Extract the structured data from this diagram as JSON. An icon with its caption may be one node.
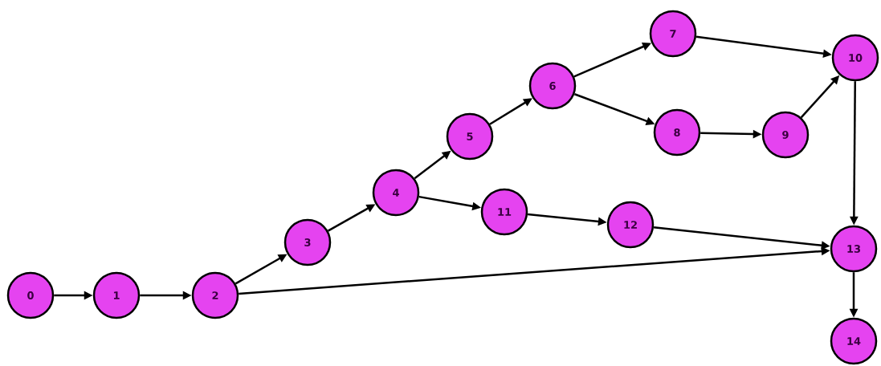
{
  "diagram": {
    "nodes": [
      {
        "text": [
          "0"
        ]
      },
      {
        "text": [
          "1"
        ]
      },
      {
        "text": [
          "2"
        ]
      },
      {
        "text": [
          "3"
        ]
      },
      {
        "text": [
          "4"
        ]
      },
      {
        "text": [
          "5"
        ]
      },
      {
        "text": [
          "6"
        ]
      },
      {
        "text": [
          "7"
        ]
      },
      {
        "text": [
          "8"
        ]
      },
      {
        "text": [
          "9"
        ]
      },
      {
        "text": [
          "10"
        ]
      },
      {
        "text": [
          "11"
        ]
      },
      {
        "text": [
          "12"
        ]
      },
      {
        "text": [
          "13"
        ]
      },
      {
        "text": [
          "14"
        ]
      }
    ],
    "edges": [
      {
        "from": 0,
        "to": 1,
        "arrow": "to"
      },
      {
        "from": 1,
        "to": 2,
        "arrow": "to"
      },
      {
        "from": 2,
        "to": 3,
        "arrow": "to"
      },
      {
        "from": 3,
        "to": 4,
        "arrow": "to"
      },
      {
        "from": 4,
        "to": 5,
        "arrow": "to"
      },
      {
        "from": 5,
        "to": 6,
        "arrow": "to"
      },
      {
        "from": 6,
        "to": 7,
        "arrow": "to"
      },
      {
        "from": 6,
        "to": 8,
        "arrow": "to"
      },
      {
        "from": 7,
        "to": 10,
        "arrow": "to"
      },
      {
        "from": 8,
        "to": 9,
        "arrow": "to"
      },
      {
        "from": 9,
        "to": 10,
        "arrow": "to"
      },
      {
        "from": 10,
        "to": 13,
        "arrow": "to"
      },
      {
        "from": 4,
        "to": 11,
        "arrow": "to"
      },
      {
        "from": 11,
        "to": 12,
        "arrow": "to"
      },
      {
        "from": 12,
        "to": 13,
        "arrow": "to"
      },
      {
        "from": 2,
        "to": 13,
        "arrow": "to"
      },
      {
        "from": 13,
        "to": 14,
        "arrow": "to"
      }
    ]
  }
}
